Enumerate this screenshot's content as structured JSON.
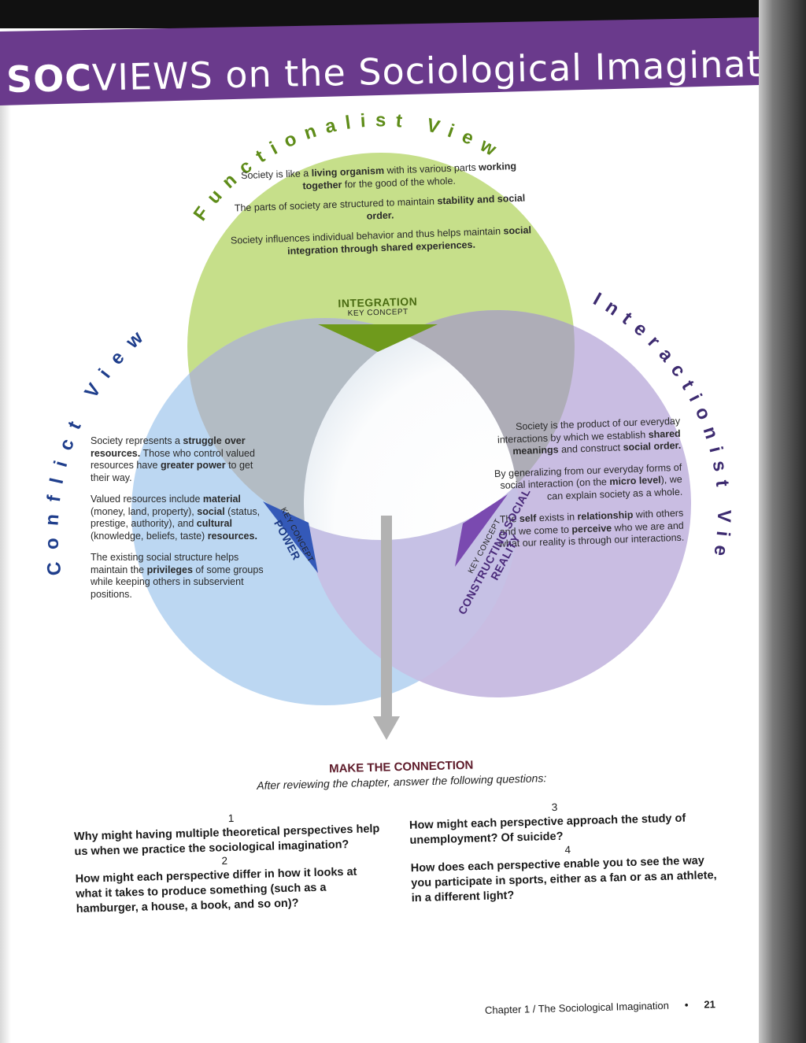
{
  "colors": {
    "header_purple": "#6a3a8c",
    "functionalist_green": "#c6df8a",
    "conflict_blue": "#bcd7f2",
    "interactionist_purple": "#c9bde2",
    "overlap_gray": "#a9b0b8",
    "make_connection_title": "#5e1b2a"
  },
  "header": {
    "brand": "SOC",
    "title_rest": "VIEWS on the Sociological Imagination"
  },
  "arcs": {
    "functionalist": "Functionalist View",
    "conflict": "Conflict View",
    "interactionist": "Interactionist View"
  },
  "functionalist": {
    "p1": {
      "a": "Society is like a ",
      "b": "living organism",
      "c": " with its various parts ",
      "d": "working together",
      "e": " for the good of the whole."
    },
    "p2": {
      "a": "The parts of society are structured to maintain ",
      "b": "stability and social order."
    },
    "p3": {
      "a": "Society influences individual behavior and thus helps maintain ",
      "b": "social integration through shared experiences."
    }
  },
  "conflict": {
    "p1": {
      "a": "Society represents a ",
      "b": "struggle over resources.",
      "c": " Those who control valued resources have ",
      "d": "greater power",
      "e": " to get their way."
    },
    "p2": {
      "a": "Valued resources include ",
      "b": "material",
      "c": " (money, land, property), ",
      "d": "social",
      "e": " (status, prestige, authority), and ",
      "f": "cultural",
      "g": " (knowledge, beliefs, taste) ",
      "h": "resources."
    },
    "p3": {
      "a": "The existing social structure helps maintain the ",
      "b": "privileges",
      "c": " of some groups while keeping others in subservient positions."
    }
  },
  "interactionist": {
    "p1": {
      "a": "Society is the product of our everyday interactions by which we establish ",
      "b": "shared meanings",
      "c": " and construct ",
      "d": "social order."
    },
    "p2": {
      "a": "By generalizing from our everyday forms of social interaction (on the ",
      "b": "micro level",
      "c": "), we can explain society as a whole."
    },
    "p3": {
      "a": "The ",
      "b": "self",
      "c": " exists in ",
      "d": "relationship",
      "e": " with others and we come to ",
      "f": "perceive",
      "g": " who we are and what our reality is through our interactions."
    }
  },
  "key_concepts": {
    "integration": {
      "label": "INTEGRATION",
      "sub": "KEY CONCEPT"
    },
    "power": {
      "label": "POWER",
      "sub": "KEY CONCEPT"
    },
    "social_reality": {
      "label": "CONSTRUCTING SOCIAL REALITY",
      "sub": "KEY CONCEPT"
    }
  },
  "make_connection": {
    "title": "MAKE THE CONNECTION",
    "subtitle": "After reviewing the chapter, answer the following questions:",
    "questions": [
      {
        "num": "1",
        "text": "Why might having multiple theoretical perspectives help us when we practice the sociological imagination?"
      },
      {
        "num": "2",
        "text": "How might each perspective differ in how it looks at what it takes to produce something (such as a hamburger, a house, a book, and so on)?"
      },
      {
        "num": "3",
        "text": "How might each perspective approach the study of unemployment? Of suicide?"
      },
      {
        "num": "4",
        "text": "How does each perspective enable you to see the way you participate in sports, either as a fan or as an athlete, in a different light?"
      }
    ]
  },
  "footer": {
    "chapter": "Chapter 1 / The Sociological Imagination",
    "page": "21"
  }
}
